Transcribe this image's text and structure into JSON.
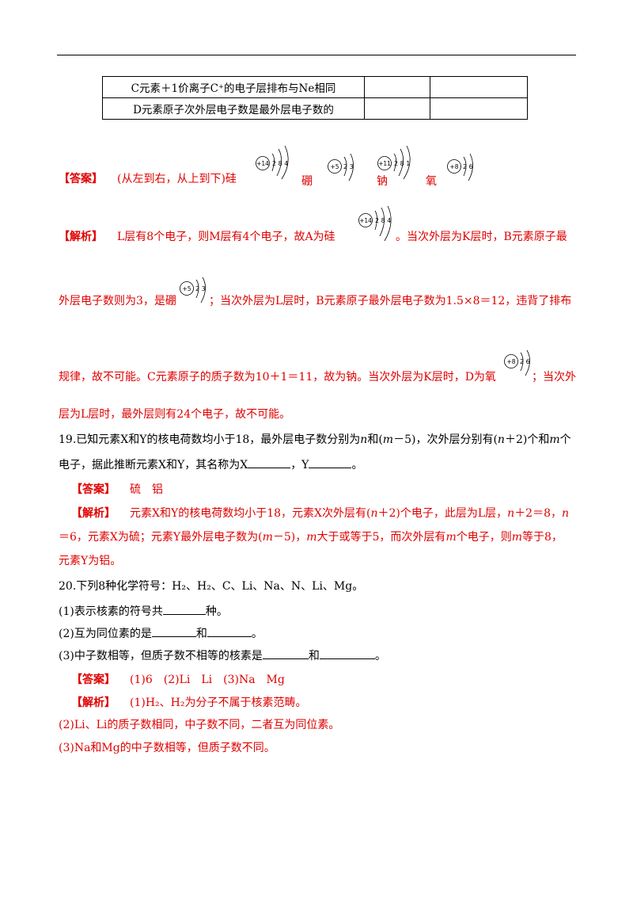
{
  "table": {
    "rows": [
      {
        "desc": "C元素＋1价离子C⁺的电子层排布与Ne相同"
      },
      {
        "desc": "D元素原子次外层电子数是最外层电子数的"
      }
    ]
  },
  "q18": {
    "answer_tag": "【答案】",
    "answer_prefix": "(从左到右，从上到下)硅",
    "answer_names": [
      "硼",
      "钠",
      "氧"
    ],
    "diagrams": [
      {
        "nucleus": "+14",
        "shells": "2 8 4"
      },
      {
        "nucleus": "+5",
        "shells": "2 3"
      },
      {
        "nucleus": "+11",
        "shells": "2 8 1"
      },
      {
        "nucleus": "+8",
        "shells": "2 6"
      }
    ],
    "analysis_tag": "【解析】",
    "analysis_1a": "L层有8个电子，则M层有4个电子，故A为硅",
    "analysis_1b": "。当次外层为K层时，B元素原子最",
    "analysis_2a": "外层电子数则为3，是硼",
    "analysis_2b": "；当次外层为L层时，B元素原子最外层电子数为1.5×8＝12，违背了排布",
    "analysis_3a": "规律，故不可能。C元素原子的质子数为10＋1＝11，故为钠。当次外层为K层时，D为氧",
    "analysis_3b": "；当次外",
    "analysis_4": "层为L层时，最外层则有24个电子，故不可能。"
  },
  "q19": {
    "stem_1a": "19.已知元素X和Y的核电荷数均小于18，最外层电子数分别为",
    "n": "n",
    "and": "和(",
    "m": "m",
    "stem_1b": "－5)，次外层分别有(",
    "stem_1c": "＋2)个和",
    "stem_1d": "个",
    "stem_2a": "电子，据此推断元素X和Y，其名称为X",
    "stem_2b": "，Y",
    "stem_2c": "。",
    "answer_tag": "【答案】",
    "answer": "硫　铝",
    "analysis_tag": "【解析】",
    "a1a": "元素X和Y的核电荷数均小于18，元素X次外层有(",
    "a1b": "＋2)个电子，此层为L层，",
    "a1c": "＋2＝8，",
    "a2a": "＝6，元素X为硫；元素Y最外层电子数为(",
    "a2b": "－5)，",
    "a2c": "大于或等于5，而次外层有",
    "a2d": "个电子，则",
    "a2e": "等于8，",
    "a3": "元素Y为铝。"
  },
  "q20": {
    "stem": "20.下列8种化学符号：H₂、H₂、C、Li、Na、N、Li、Mg。",
    "p1a": "(1)表示核素的符号共",
    "p1b": "种。",
    "p2a": "(2)互为同位素的是",
    "p2b": "和",
    "p2c": "。",
    "p3a": "(3)中子数相等，但质子数不相等的核素是",
    "p3b": "和",
    "p3c": "。",
    "answer_tag": "【答案】",
    "answer": "(1)6　(2)Li　Li　(3)Na　Mg",
    "analysis_tag": "【解析】",
    "a1": "(1)H₂、H₂为分子不属于核素范畴。",
    "a2": "(2)Li、Li的质子数相同，中子数不同，二者互为同位素。",
    "a3": "(3)Na和Mg的中子数相等，但质子数不同。"
  }
}
